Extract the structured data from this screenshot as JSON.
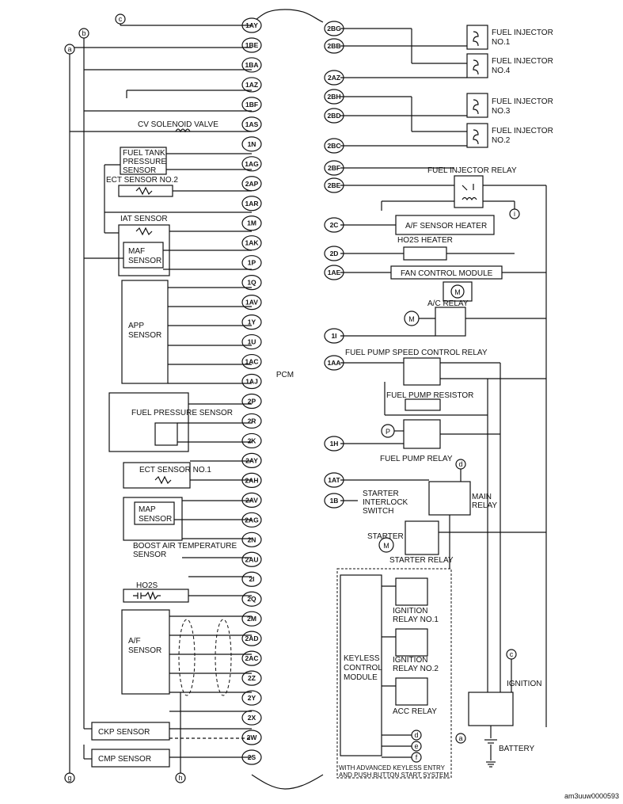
{
  "pcm": {
    "label": "PCM"
  },
  "left_pins": [
    "1AY",
    "1BE",
    "1BA",
    "1AZ",
    "1BF",
    "1AS",
    "1N",
    "1AG",
    "2AP",
    "1AR",
    "1M",
    "1AK",
    "1P",
    "1Q",
    "1AV",
    "1Y",
    "1U",
    "1AC",
    "1AJ",
    "2P",
    "2R",
    "2K",
    "2AY",
    "2AH",
    "2AV",
    "2AG",
    "2N",
    "2AU",
    "2I",
    "2Q",
    "2M",
    "2AD",
    "2AC",
    "2Z",
    "2Y",
    "2X",
    "2W",
    "2S"
  ],
  "right_pins": [
    "2BG",
    "2BB",
    "2AZ",
    "2BH",
    "2BD",
    "2BC",
    "2BF",
    "2BE",
    "2C",
    "2D",
    "1AE",
    "1I",
    "1AA",
    "1H",
    "1AT",
    "1B"
  ],
  "refs": {
    "a": "a",
    "b": "b",
    "c": "c",
    "d": "d",
    "e": "e",
    "f": "f",
    "g": "g",
    "h": "h",
    "i": "i"
  },
  "components": {
    "cv_solenoid": "CV SOLENOID VALVE",
    "fuel_tank_sensor": [
      "FUEL TANK",
      "PRESSURE",
      "SENSOR"
    ],
    "ect2": "ECT SENSOR NO.2",
    "iat": "IAT SENSOR",
    "maf": [
      "MAF",
      "SENSOR"
    ],
    "app": [
      "APP",
      "SENSOR"
    ],
    "fuel_pressure": "FUEL PRESSURE SENSOR",
    "ect1": "ECT SENSOR NO.1",
    "map": [
      "MAP",
      "SENSOR"
    ],
    "boost": [
      "BOOST AIR TEMPERATURE",
      "SENSOR"
    ],
    "ho2s": "HO2S",
    "af_sensor": [
      "A/F",
      "SENSOR"
    ],
    "ckp": "CKP SENSOR",
    "cmp": "CMP SENSOR",
    "inj1": [
      "FUEL INJECTOR",
      "NO.1"
    ],
    "inj4": [
      "FUEL INJECTOR",
      "NO.4"
    ],
    "inj3": [
      "FUEL INJECTOR",
      "NO.3"
    ],
    "inj2": [
      "FUEL INJECTOR",
      "NO.2"
    ],
    "inj_relay": "FUEL INJECTOR RELAY",
    "af_heater": "A/F SENSOR HEATER",
    "ho2s_heater": "HO2S HEATER",
    "fan_module": "FAN CONTROL MODULE",
    "ac_relay": "A/C RELAY",
    "fp_speed_relay": "FUEL PUMP SPEED CONTROL RELAY",
    "fp_resistor": "FUEL PUMP RESISTOR",
    "fp_relay": "FUEL PUMP RELAY",
    "starter_interlock": [
      "STARTER",
      "INTERLOCK",
      "SWITCH"
    ],
    "main_relay": [
      "MAIN",
      "RELAY"
    ],
    "starter": "STARTER",
    "starter_relay": "STARTER RELAY",
    "ign1": [
      "IGNITION",
      "RELAY NO.1"
    ],
    "ign2": [
      "IGNITION",
      "RELAY NO.2"
    ],
    "acc": "ACC RELAY",
    "keyless": [
      "KEYLESS",
      "CONTROL",
      "MODULE"
    ],
    "ignition": "IGNITION",
    "battery": "BATTERY",
    "keyless_note": [
      "WITH ADVANCED KEYLESS ENTRY",
      "AND PUSH BUTTON START SYSTEM"
    ],
    "motor": "M",
    "pump": "P"
  },
  "footer_code": "am3uuw0000593"
}
